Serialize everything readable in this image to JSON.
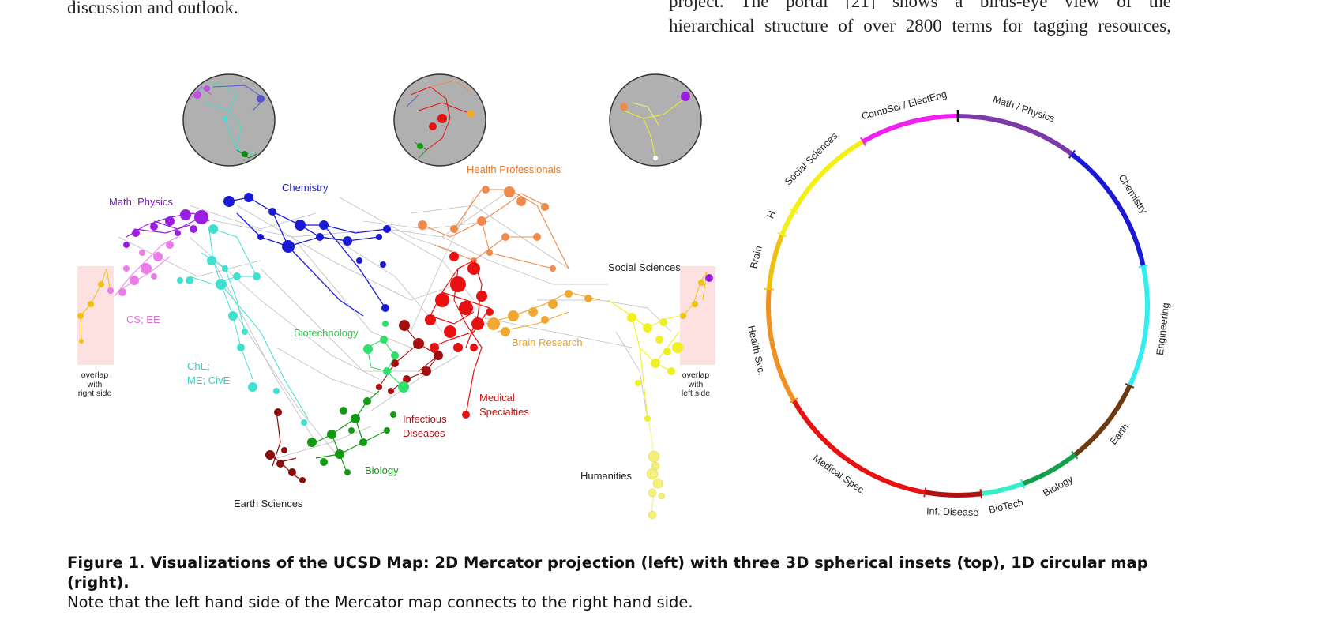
{
  "body_text": {
    "left_column": [
      "discussion and outlook."
    ],
    "right_column": [
      "project. The portal [21] shows a birds-eye view of the",
      "hierarchical structure of over 2800 terms for tagging resources,"
    ]
  },
  "mercator_map": {
    "labels": {
      "chemistry": "Chemistry",
      "math_physics": "Math; Physics",
      "health_professionals": "Health Professionals",
      "social_sciences": "Social Sciences",
      "cs_ee": "CS; EE",
      "biotechnology": "Biotechnology",
      "brain_research": "Brain Research",
      "che_me_1": "ChE;",
      "che_me_2": "ME; CivE",
      "medical_1": "Medical",
      "medical_2": "Specialties",
      "infectious_1": "Infectious",
      "infectious_2": "Diseases",
      "biology": "Biology",
      "humanities": "Humanities",
      "earth_sciences": "Earth Sciences",
      "overlap_left": [
        "overlap",
        "with",
        "right side"
      ],
      "overlap_right": [
        "overlap",
        "with",
        "left side"
      ]
    },
    "colors": {
      "math_physics": "#9b1fe0",
      "cs_ee": "#e87de8",
      "chemistry": "#1a1ad6",
      "engineering": "#40e0d0",
      "health": "#f08a4b",
      "brain": "#f0a830",
      "medical": "#e81010",
      "infectious": "#a50e0e",
      "biotech": "#2ee06a",
      "biology": "#139a13",
      "earth": "#8b0a0a",
      "social": "#f0f020",
      "humanities": "#f5f07a",
      "overlap_band": "#fde0e0"
    }
  },
  "circular_map": {
    "segments": [
      {
        "label": "Math / Physics",
        "color": "#7b3aa8"
      },
      {
        "label": "Chemistry",
        "color": "#1a1ad6"
      },
      {
        "label": "Engineering",
        "color": "#33eef0"
      },
      {
        "label": "Earth",
        "color": "#6b3a10"
      },
      {
        "label": "Biology",
        "color": "#12a04a"
      },
      {
        "label": "BioTech",
        "color": "#33f0c8"
      },
      {
        "label": "Inf. Disease",
        "color": "#b01010"
      },
      {
        "label": "Medical Spec.",
        "color": "#e81010"
      },
      {
        "label": "Health Svc.",
        "color": "#f09020"
      },
      {
        "label": "Brain",
        "color": "#f0c010"
      },
      {
        "label": "H",
        "color": "#f0f020"
      },
      {
        "label": "Social Sciences",
        "color": "#f5f010"
      },
      {
        "label": "CompSci / ElectEng",
        "color": "#f020f0"
      }
    ]
  },
  "caption": {
    "bold": "Figure 1. Visualizations of the UCSD Map: 2D Mercator projection (left) with three 3D spherical insets (top), 1D circular map (right).",
    "normal": "Note that the left hand side of the Mercator map connects to the right hand side."
  }
}
